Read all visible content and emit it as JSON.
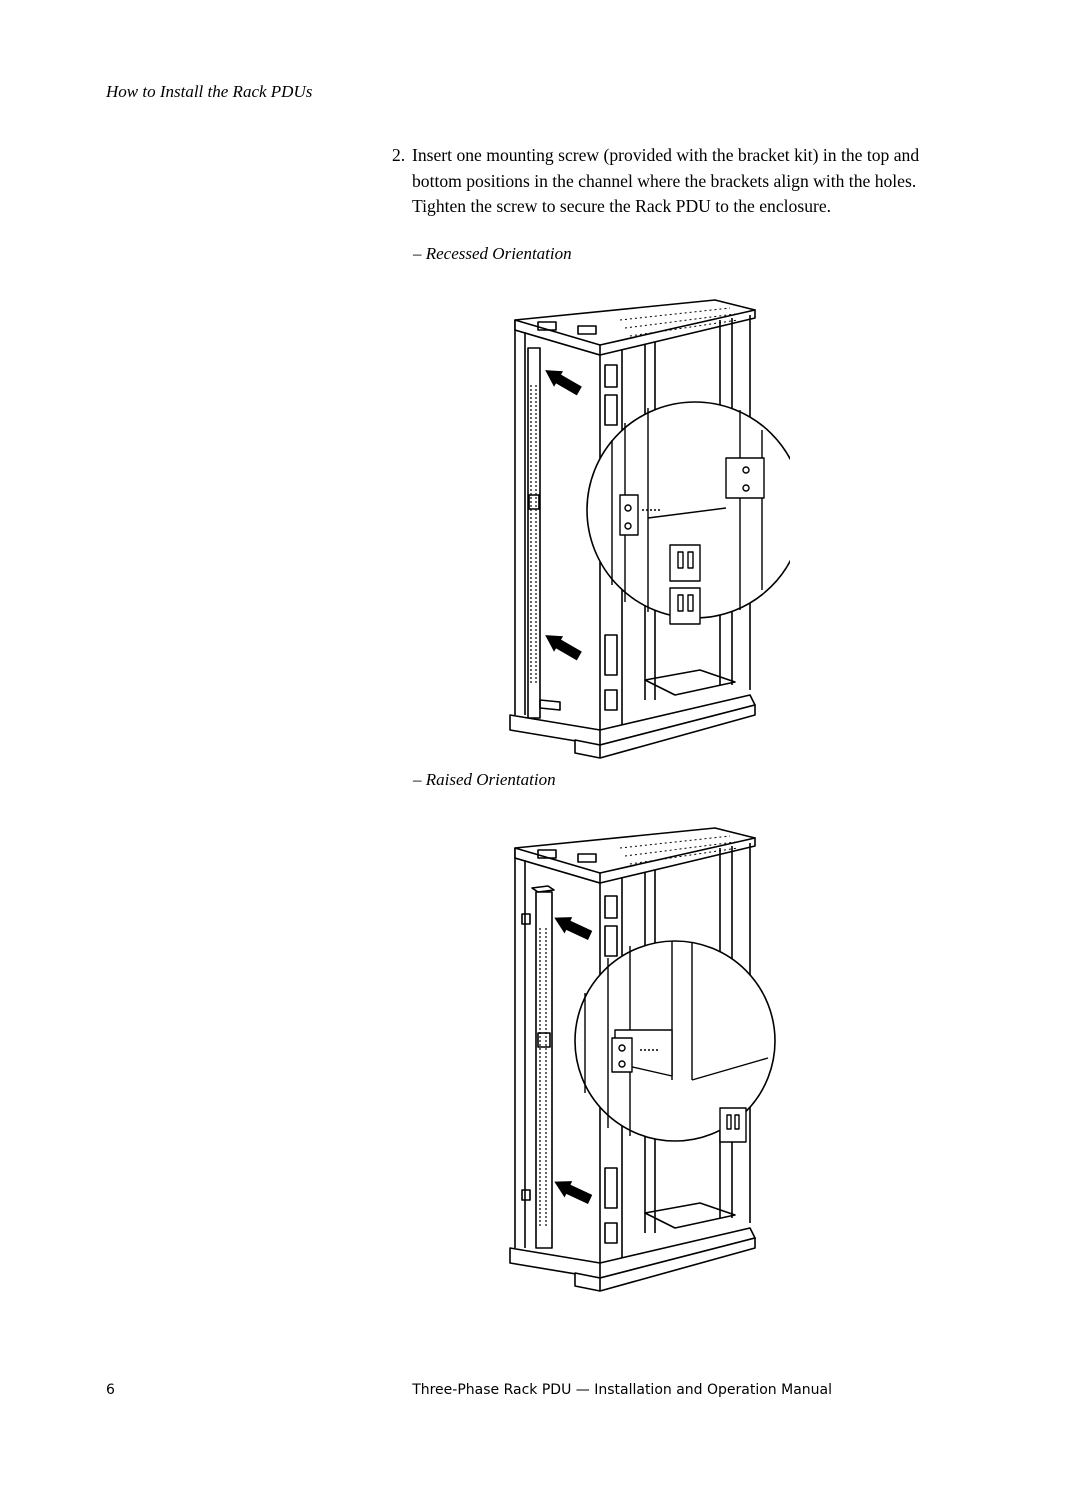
{
  "header": {
    "section_title": "How to Install the Rack PDUs"
  },
  "step": {
    "number": "2.",
    "text": "Insert one mounting screw (provided with the bracket kit) in the top and bottom positions in the channel where the brackets align with the holes. Tighten the screw to secure the Rack PDU to the enclosure."
  },
  "figures": [
    {
      "caption": "– Recessed Orientation"
    },
    {
      "caption": "– Raised Orientation"
    }
  ],
  "footer": {
    "page_number": "6",
    "manual_title": "Three-Phase Rack PDU — Installation and Operation Manual"
  }
}
